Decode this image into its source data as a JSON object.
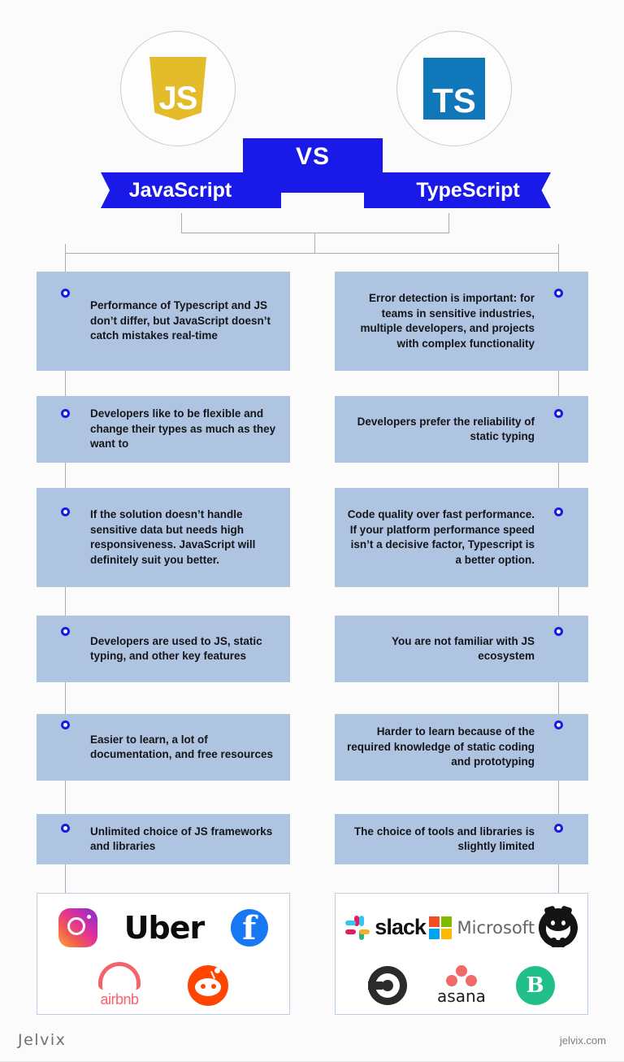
{
  "header": {
    "left_logo": {
      "icon": "javascript-logo",
      "letters": "JS",
      "color": "#e4bb2a"
    },
    "right_logo": {
      "icon": "typescript-logo",
      "letters": "TS",
      "color": "#1177bb"
    },
    "ribbon": {
      "vs_label": "VS",
      "left_label": "JavaScript",
      "right_label": "TypeScript",
      "ribbon_color": "#1a1ae8",
      "fold_color": "#b9cee4"
    }
  },
  "theme": {
    "box_bg": "#aec4e0",
    "marker_color": "#1a1ae8",
    "line_color": "#a9adb2",
    "page_bg": "#fbfbfc",
    "text_color": "#15161a"
  },
  "columns": {
    "left": {
      "name": "JavaScript",
      "items": [
        "Performance of Typescript and JS don’t differ, but JavaScript doesn’t catch mistakes real-time",
        "Developers like to be flexible and change their types as much as they want to",
        "If the solution doesn’t handle sensitive data but needs high responsiveness. JavaScript will definitely suit you better.",
        "Developers are used to JS, static typing, and other key features",
        "Easier to learn, a lot of documentation, and free resources",
        "Unlimited choice of JS frameworks and libraries"
      ],
      "logos": [
        {
          "name": "instagram-logo",
          "label": "Instagram"
        },
        {
          "name": "uber-logo",
          "label": "Uber"
        },
        {
          "name": "facebook-logo",
          "label": "f"
        },
        {
          "name": "airbnb-logo",
          "label": "airbnb"
        },
        {
          "name": "reddit-logo",
          "label": "Reddit"
        }
      ]
    },
    "right": {
      "name": "TypeScript",
      "items": [
        "Error detection is important: for teams in sensitive industries, multiple developers, and projects with complex functionality",
        "Developers prefer the reliability of static typing",
        "Code quality over fast performance. If your platform performance speed isn’t a decisive factor, Typescript is a better option.",
        "You are not familiar with JS ecosystem",
        "Harder to learn because of the required knowledge of static coding and prototyping",
        "The choice of tools and libraries is slightly limited"
      ],
      "logos": [
        {
          "name": "slack-logo",
          "label": "slack"
        },
        {
          "name": "microsoft-logo",
          "label": "Microsoft"
        },
        {
          "name": "github-logo",
          "label": "GitHub"
        },
        {
          "name": "circleci-logo",
          "label": "CircleCI"
        },
        {
          "name": "asana-logo",
          "label": "asana"
        },
        {
          "name": "bitrise-logo",
          "label": "B"
        }
      ]
    }
  },
  "footer": {
    "brand": "Jelvix",
    "site": "jelvix.com"
  }
}
